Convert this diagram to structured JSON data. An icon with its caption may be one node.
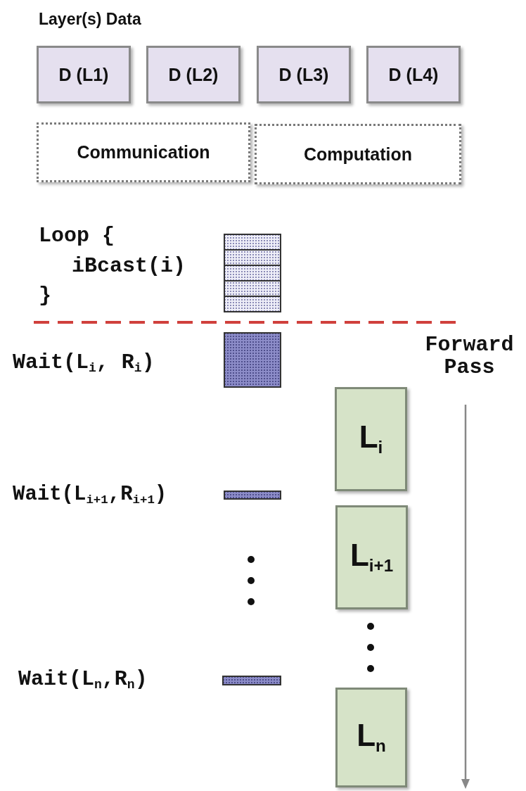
{
  "diagram": {
    "title": "Layer(s) Data",
    "nodes": [
      {
        "text": [
          "D (L1)"
        ]
      },
      {
        "text": [
          "D (L2)"
        ]
      },
      {
        "text": [
          "D (L3)"
        ]
      },
      {
        "text": [
          "D (L4)"
        ]
      },
      {
        "text": [
          "Communication"
        ]
      },
      {
        "text": [
          "Computation"
        ]
      },
      {
        "text": [
          "L$_{i}$"
        ]
      },
      {
        "text": [
          "L$_{i+1}$"
        ]
      },
      {
        "text": [
          "L$_{n}$"
        ]
      },
      {
        "text": [],
        "shape": "bar"
      },
      {
        "text": [],
        "shape": "bar"
      },
      {
        "text": [],
        "shape": "bar"
      },
      {
        "text": [],
        "shape": "bar"
      }
    ],
    "labels": [
      "Loop {",
      "iBcast(i)",
      "}",
      "Wait(L$_{i}$, R$_{i}$)",
      "Forward Pass",
      "Wait(L$_{i+1}$,R$_{i+1}$)",
      "Wait(L$_{n}$,R$_{n}$)"
    ]
  }
}
